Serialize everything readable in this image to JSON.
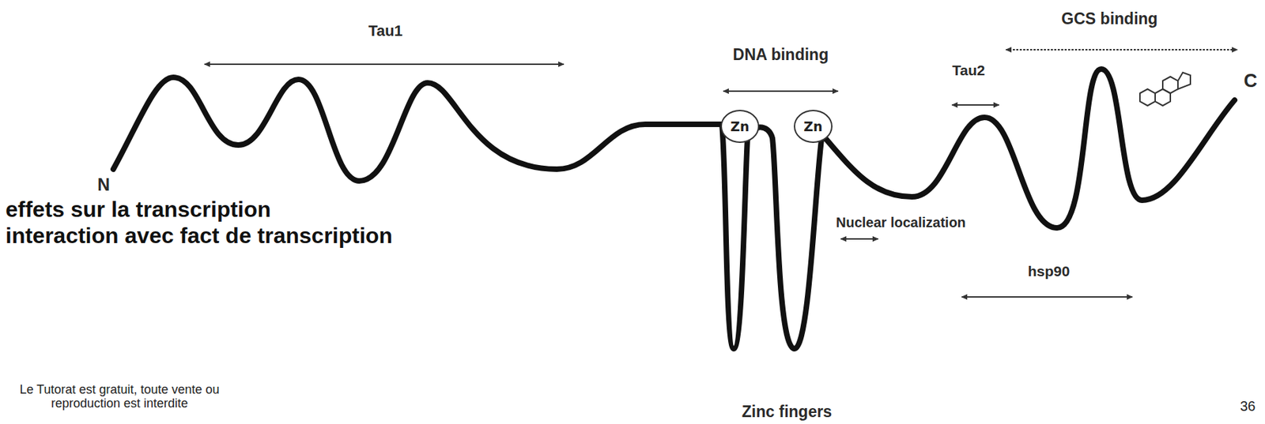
{
  "diagram": {
    "nodes": [
      {
        "text": [
          "Zn"
        ]
      },
      {
        "text": [
          "Zn"
        ]
      }
    ],
    "labels": [
      "Tau1",
      "DNA binding",
      "GCS binding",
      "Tau2",
      "C",
      "N",
      "effets sur la transcription",
      "interaction avec fact de transcription",
      "Nuclear localization",
      "hsp90",
      "Zinc fingers",
      "Le Tutorat est gratuit, toute vente ou reproduction est interdite",
      "36"
    ]
  }
}
